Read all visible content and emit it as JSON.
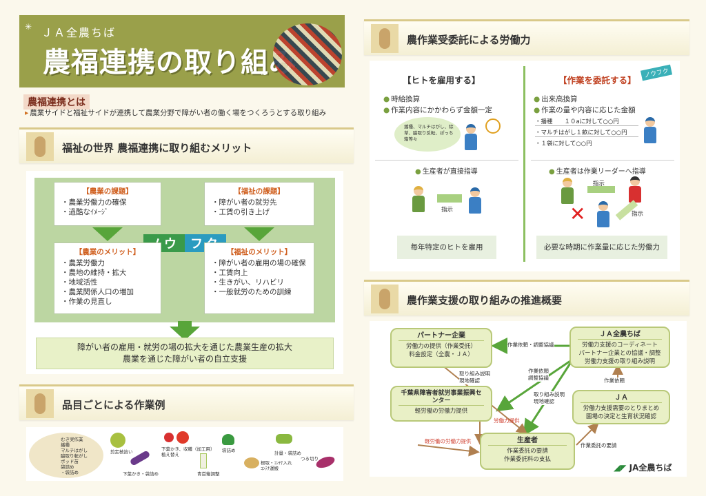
{
  "header": {
    "org": "ＪＡ全農ちば",
    "title": "農福連携の取り組み"
  },
  "definition": {
    "title": "農福連携とは",
    "text": "農業サイドと福祉サイドが連携して農業分野で障がい者の働く場をつくろうとする取り組み"
  },
  "merits": {
    "banner": "福祉の世界 農福連携に取り組むメリット",
    "agri_issue": {
      "title": "【農業の課題】",
      "items": [
        "・農業労働力の確保",
        "・過酷なｲﾒｰｼﾞ"
      ]
    },
    "welfare_issue": {
      "title": "【福祉の課題】",
      "items": [
        "・障がい者の就労先",
        "・工賃の引き上げ"
      ]
    },
    "agri_merit": {
      "title": "【農業のメリット】",
      "items": [
        "・農業労働力",
        "・農地の維持・拡大",
        "・地域活性",
        "・農業関係人口の増加",
        "・作業の見直し"
      ]
    },
    "welfare_merit": {
      "title": "【福祉のメリット】",
      "items": [
        "・障がい者の雇用の場の確保",
        "・工賃向上",
        "・生きがい、リハビリ",
        "・一般就労のための訓練"
      ]
    },
    "nofuku_1": "ノウ",
    "nofuku_2": "フク",
    "result_1": "障がい者の雇用・就労の場の拡大を通じた農業生産の拡大",
    "result_2": "農業を通じた障がい者の自立支援"
  },
  "crops": {
    "banner": "品目ごとによる作業例",
    "items": [
      [
        "むき実作業",
        "播種",
        "マルチはがし",
        "脇取り転がし",
        "ポッド苗",
        "袋詰め",
        "・袋詰め"
      ],
      [
        "剪定枝拾い"
      ],
      [
        "下葉かき、収穫（加工用）",
        "植え替え"
      ],
      [
        "下葉かき・袋詰め"
      ],
      [
        "袋詰め"
      ],
      [
        "青首箱調整"
      ],
      [
        "計量・袋詰め"
      ],
      [
        "根取・ｺﾝﾃﾅ入れ",
        "ｺﾝﾃﾅ運搬"
      ],
      [
        "つる切り"
      ]
    ]
  },
  "labor": {
    "banner": "農作業受委託による労働力",
    "left_head": "【ヒトを雇用する】",
    "right_head": "【作業を委託する】",
    "nofuku_tag": "ノウフク",
    "left_bullets": [
      "時給換算",
      "作業内容にかかわらず金額一定"
    ],
    "right_bullets": [
      "出来高換算",
      "作業の量や内容に応じた金額"
    ],
    "cloud": "播種、マルチはがし、除草、脇取り反転、ぽっち箱等々",
    "rates": [
      "・播種　　１０aに対して○○円",
      "・マルチはがし１畝に対して○○円",
      "・１袋に対して○○円"
    ],
    "left_direct": "生産者が直接指導",
    "right_direct": "生産者は作業リーダーへ指導",
    "instruct": "指示",
    "left_result": "毎年特定のヒトを雇用",
    "right_result": "必要な時期に作業量に応じた労働力"
  },
  "support": {
    "banner": "農作業支援の取り組みの推進概要",
    "partner": {
      "title": "パートナー企業",
      "lines": [
        "労働力の提供（作業受託）",
        "料金設定（全農・ＪＡ）"
      ]
    },
    "zennoh": {
      "title": "ＪＡ全農ちば",
      "lines": [
        "労働力支援のコーディネート",
        "パートナー企業との協議・調整",
        "労働力支援の取り組み説明"
      ]
    },
    "center": {
      "title": "千葉県障害者就労事業振興センター",
      "lines": [
        "軽労働の労働力提供"
      ]
    },
    "ja": {
      "title": "ＪＡ",
      "lines": [
        "労働力支援需要のとりまとめ",
        "園場の決定と生育状況確認"
      ]
    },
    "producer": {
      "title": "生産者",
      "lines": [
        "作業委託の要請",
        "作業委託料の支払"
      ]
    },
    "labels": {
      "req_adjust": "作業依頼・調整協議",
      "explain_1": "取り組み説明",
      "site_1": "現地確認",
      "req_2": "作業依頼",
      "adj_2": "調整協議",
      "explain_2": "取り組み説明",
      "site_2": "現地確認",
      "req_3": "作業依頼",
      "labor_provide": "労働力提供",
      "light_labor": "軽労働の労働力提供",
      "req_4": "作業委託の要請"
    },
    "logo": "JA全農ちば"
  },
  "colors": {
    "olive": "#9aa04a",
    "green": "#58a53a",
    "orange": "#d06020",
    "blue": "#2a9bc0"
  }
}
